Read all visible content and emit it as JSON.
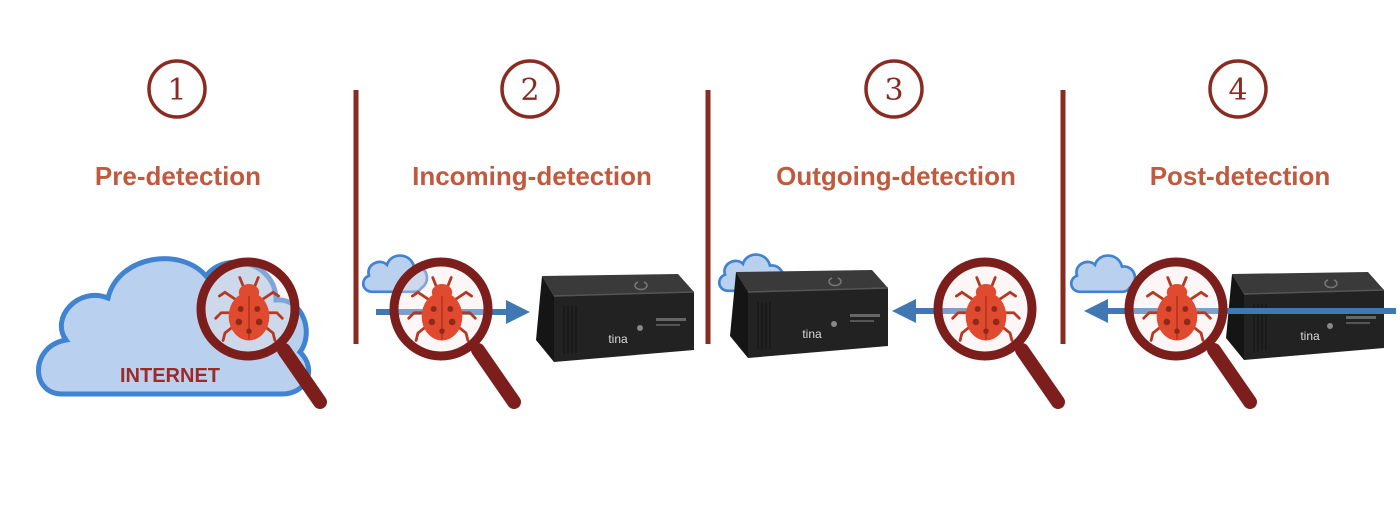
{
  "stages": [
    {
      "number": "1",
      "title": "Pre-detection"
    },
    {
      "number": "2",
      "title": "Incoming-detection"
    },
    {
      "number": "3",
      "title": "Outgoing-detection"
    },
    {
      "number": "4",
      "title": "Post-detection"
    }
  ],
  "cloud_label": "INTERNET",
  "device_brand": "tina",
  "colors": {
    "number_ring": "#8a2b22",
    "title_text": "#c05a3f",
    "divider": "#8a2b22",
    "cloud_fill": "#b9d0ee",
    "cloud_stroke": "#3f83d1",
    "arrow": "#3f78b3",
    "magnifier": "#7c1f1c",
    "bug": "#e04a2e",
    "device": "#1f1f1f"
  },
  "icons": [
    "cloud-icon",
    "magnifier-icon",
    "bug-icon",
    "device-icon",
    "arrow-icon"
  ]
}
